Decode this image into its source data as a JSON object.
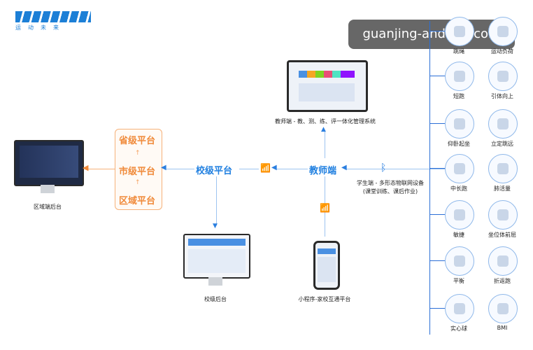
{
  "brand": {
    "logo_text": "运动未来"
  },
  "watermark": "guanjing-android.com",
  "tiers": [
    "省级平台",
    "市级平台",
    "区域平台"
  ],
  "nodes": {
    "school_platform": "校级平台",
    "teacher": "教师端",
    "student_label_1": "学生端 - 多形态物联网设备",
    "student_label_2": "(课堂训练、课后作业)"
  },
  "captions": {
    "region_backend": "区域端后台",
    "school_backend": "校级后台",
    "teacher_system": "教师端 - 教、测、练、评一体化管理系统",
    "mini_program": "小程序-家校互通平台"
  },
  "devices": [
    {
      "label": "跳绳",
      "icon": "jump-rope-icon"
    },
    {
      "label": "运动负荷",
      "icon": "heart-band-icon"
    },
    {
      "label": "短跑",
      "icon": "sensor-icon"
    },
    {
      "label": "引体向上",
      "icon": "pullup-sensor-icon"
    },
    {
      "label": "仰卧起坐",
      "icon": "situp-mat-icon"
    },
    {
      "label": "立定跳远",
      "icon": "jump-mat-icon"
    },
    {
      "label": "中长跑",
      "icon": "wristband-icon"
    },
    {
      "label": "肺活量",
      "icon": "spirometer-icon"
    },
    {
      "label": "敏捷",
      "icon": "agility-pad-icon"
    },
    {
      "label": "坐位体前屈",
      "icon": "sit-reach-icon"
    },
    {
      "label": "平衡",
      "icon": "balance-icon"
    },
    {
      "label": "折返跑",
      "icon": "cone-icon"
    },
    {
      "label": "实心球",
      "icon": "ball-icon"
    },
    {
      "label": "BMI",
      "icon": "height-scale-icon"
    }
  ]
}
